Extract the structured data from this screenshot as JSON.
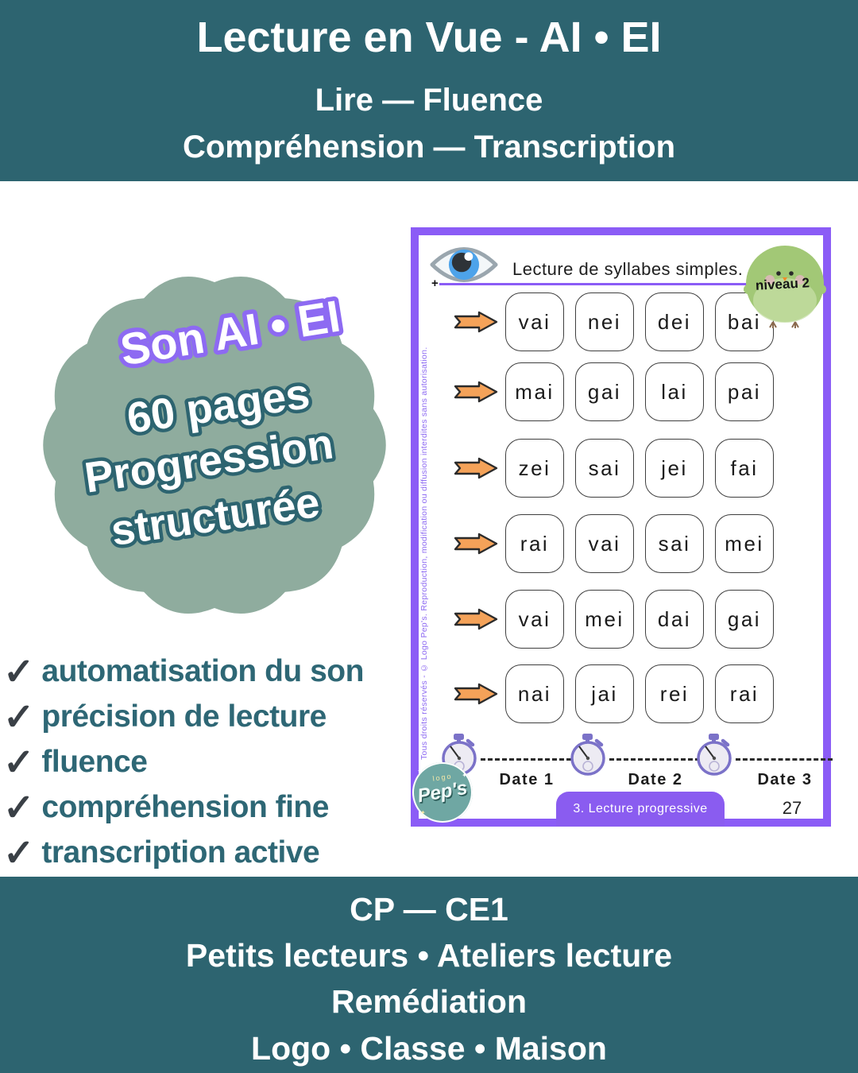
{
  "header": {
    "title": "Lecture en Vue - AI •  EI",
    "subtitle1": "Lire — Fluence",
    "subtitle2": "Compréhension — Transcription"
  },
  "badge": {
    "sound_label": "Son AI • EI",
    "pages_label": "60 pages",
    "progression_line1": "Progression",
    "progression_line2": "structurée"
  },
  "checklist": {
    "check_glyph": "✓",
    "items": [
      "automatisation du son",
      "précision de lecture",
      "fluence",
      "compréhension fine",
      "transcription active"
    ]
  },
  "worksheet": {
    "title": "Lecture de syllabes simples.",
    "level_badge": "niveau 2",
    "syllable_rows": [
      [
        "vai",
        "nei",
        "dei",
        "bai"
      ],
      [
        "mai",
        "gai",
        "lai",
        "pai"
      ],
      [
        "zei",
        "sai",
        "jei",
        "fai"
      ],
      [
        "rai",
        "vai",
        "sai",
        "mei"
      ],
      [
        "vai",
        "mei",
        "dai",
        "gai"
      ],
      [
        "nai",
        "jai",
        "rei",
        "rai"
      ]
    ],
    "dates": [
      "Date 1",
      "Date 2",
      "Date 3"
    ],
    "footer_tab": "3. Lecture progressive",
    "page_number": "27",
    "logo": {
      "top": "logo",
      "main": "Pep's"
    },
    "copyright": "Tous droits réservés - © Logo Pep's. Reproduction, modification ou diffusion interdites sans autorisation."
  },
  "footer": {
    "lines": [
      "CP — CE1",
      "Petits lecteurs • Ateliers lecture",
      "Remédiation",
      "Logo • Classe • Maison"
    ]
  },
  "icons": {
    "eye-icon": "👁",
    "arrow-icon": "➔",
    "stopwatch-icon": "⏱",
    "niveau-bird-icon": "🐥",
    "check-icon": "✓",
    "star-icon": "✦"
  },
  "colors": {
    "banner_teal": "#2d6470",
    "text_teal": "#2e6775",
    "accent_purple": "#8b5cf6",
    "light_purple": "#8d6af2",
    "badge_green": "#8fac9e",
    "arrow_orange": "#f4a259",
    "bird_green": "#a2c876",
    "stopwatch_purple": "#7b72c8",
    "logo_teal": "#6fa7a3",
    "check_dark": "#3a4046"
  }
}
